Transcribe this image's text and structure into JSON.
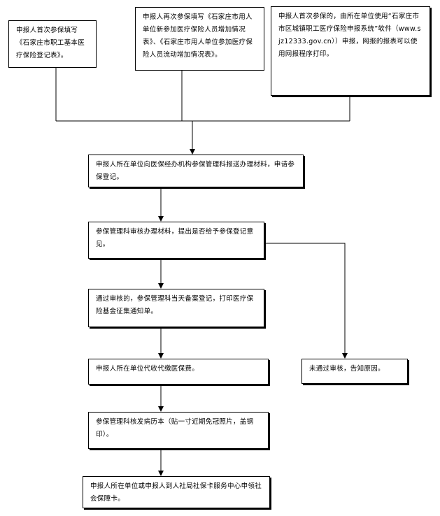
{
  "boxes": {
    "start_a": "申报人首次参保填写《石家庄市职工基本医疗保险登记表》。",
    "start_b": "申报人再次参保填写《石家庄市用人单位新参加医疗保险人员增加情况表》、《石家庄市用人单位参加医疗保险人员流动增加情况表》。",
    "start_c": "申报人首次参保的，由所在单位使用“石家庄市市区城镇职工医疗保险申报系统”软件（www.sjz12333.gov.cn））申报，网报的报表可以使用网报程序打印。",
    "submit": "申报人所在单位向医保经办机构参保管理科报送办理材料，申请参保登记。",
    "review": "参保管理科审核办理材料，提出是否给予参保登记意见。",
    "approved": "通过审核的，参保管理科当天备案登记，打印医疗保险基金征集通知单。",
    "rejected": "未通过审核，告知原因。",
    "pay": "申报人所在单位代收代缴医保费。",
    "history": "参保管理科核发病历本（贴一寸近期免冠照片，盖钢印）。",
    "card": "申报人所在单位或申报人到人社局社保卡服务中心申领社会保障卡。"
  }
}
